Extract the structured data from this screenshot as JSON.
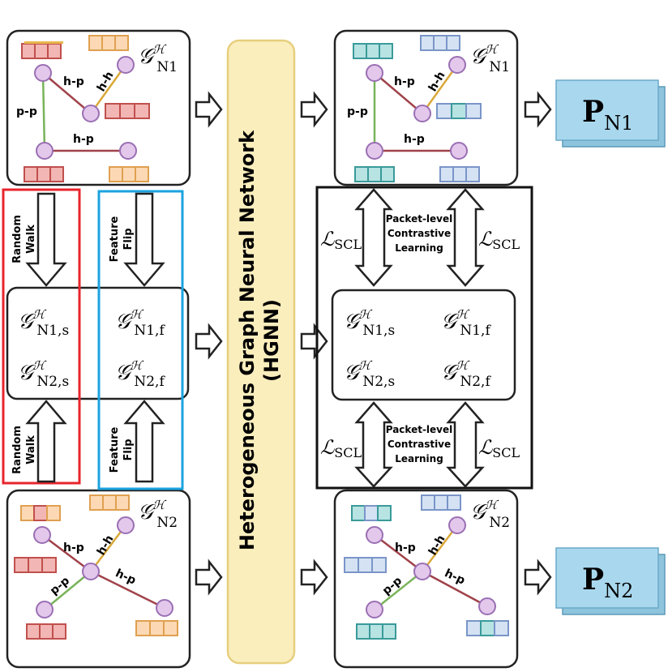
{
  "hgnn": {
    "title": "Heterogeneous Graph Neural Network",
    "abbrev": "(HGNN)"
  },
  "graphs": {
    "left_top": {
      "label": "𝒢",
      "sup": "ℋ",
      "sub": "N1",
      "edges": [
        "h-p",
        "h-h",
        "p-p",
        "h-p"
      ]
    },
    "left_bottom": {
      "label": "𝒢",
      "sup": "ℋ",
      "sub": "N2",
      "edges": [
        "h-p",
        "h-h",
        "p-p",
        "h-p"
      ]
    },
    "right_top": {
      "label": "𝒢",
      "sup": "ℋ",
      "sub": "N1",
      "edges": [
        "h-p",
        "h-h",
        "p-p",
        "h-p"
      ]
    },
    "right_bottom": {
      "label": "𝒢",
      "sup": "ℋ",
      "sub": "N2",
      "edges": [
        "h-p",
        "h-h",
        "p-p",
        "h-p"
      ]
    }
  },
  "augmented": {
    "n1s": {
      "label": "𝒢",
      "sup": "ℋ",
      "sub": "N1,s"
    },
    "n1f": {
      "label": "𝒢",
      "sup": "ℋ",
      "sub": "N1,f"
    },
    "n2s": {
      "label": "𝒢",
      "sup": "ℋ",
      "sub": "N2,s"
    },
    "n2f": {
      "label": "𝒢",
      "sup": "ℋ",
      "sub": "N2,f"
    }
  },
  "augmentations": {
    "random_walk": [
      "Random",
      "Walk"
    ],
    "feature_flip": [
      "Feature",
      "Flip"
    ]
  },
  "contrastive": {
    "label_lines": [
      "Packet-level",
      "Contrastive",
      "Learning"
    ],
    "loss_main": "ℒ",
    "loss_sub": "SCL"
  },
  "outputs": {
    "p1": {
      "main": "P",
      "sub": "N1"
    },
    "p2": {
      "main": "P",
      "sub": "N2"
    }
  },
  "colors": {
    "node_fill": "#e3c8ec",
    "node_stroke": "#9a6fb4",
    "edge_hp": "#a0424a",
    "edge_hh": "#d9a93a",
    "edge_pp": "#79b35a",
    "hgnn_fill": "#faeebd",
    "hgnn_stroke": "#e6cf7e",
    "output_fill": "#a9d8ee",
    "random_walk_box": "#e8242c",
    "feature_flip_box": "#1ba3e0"
  }
}
